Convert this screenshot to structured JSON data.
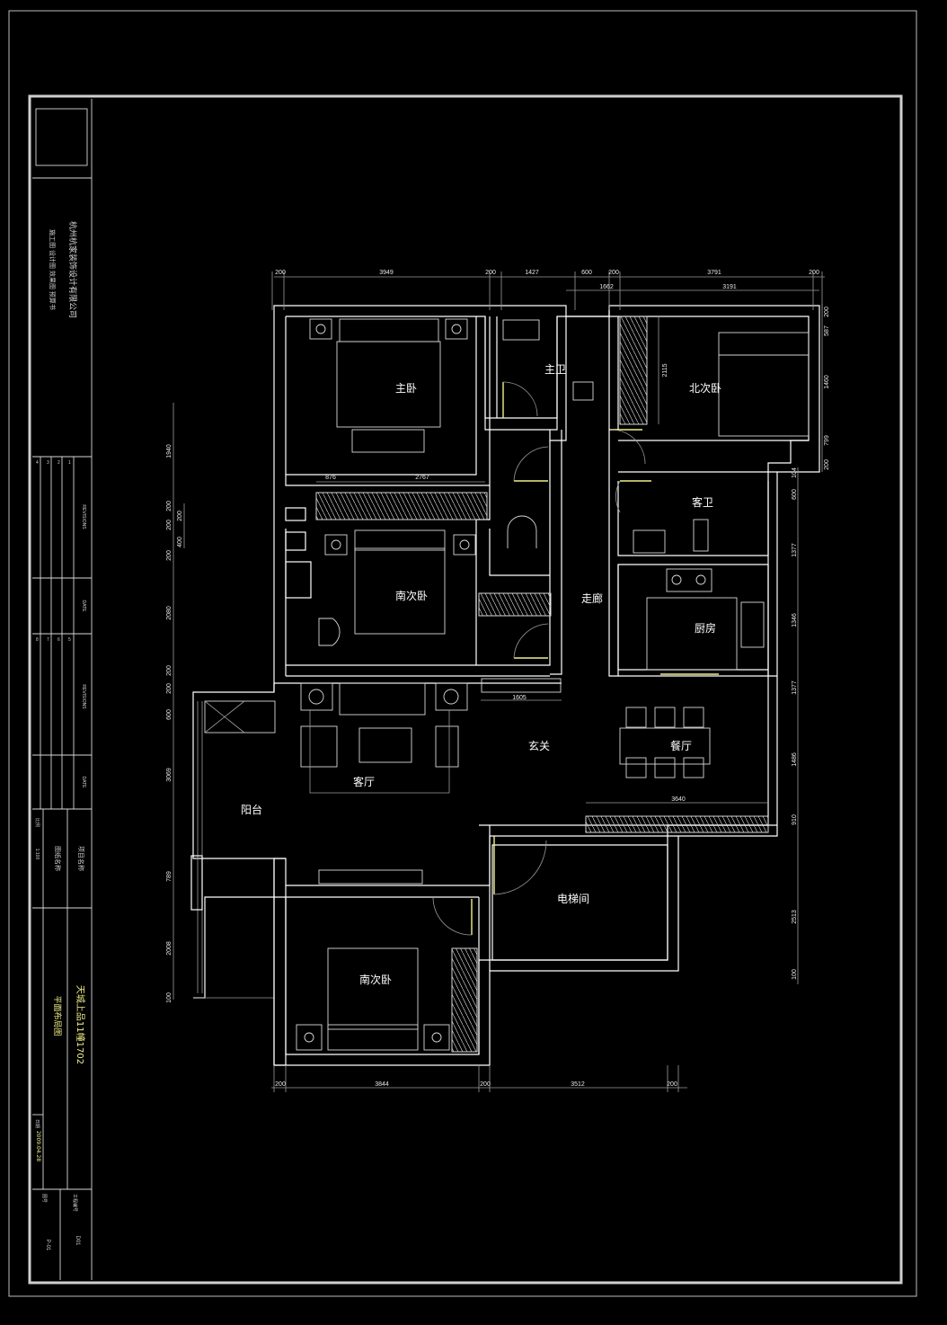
{
  "title_block": {
    "company": "杭州杭家装饰设计有限公司",
    "services": "施工图 设计图 效果图 预算书",
    "revisions_label": "REVISIONS",
    "date_label": "DATE",
    "revision_numbers": [
      "1",
      "2",
      "3",
      "4",
      "5",
      "6",
      "7",
      "8"
    ],
    "project_name_label": "项目名称",
    "drawing_name_label": "图纸名称",
    "scale_label": "比例",
    "scale": "1:100",
    "project": "天城上品11幢1702",
    "drawing": "平面布局图",
    "date_caption": "日期",
    "date": "2009.04.28",
    "drawing_no_label": "图号",
    "drawing_no": "P-01",
    "sheet_label": "工程编号",
    "sheet": "D01"
  },
  "rooms": {
    "master_bedroom": "主卧",
    "master_bath": "主卫",
    "north_bedroom": "北次卧",
    "guest_bath": "客卫",
    "south_bedroom_upper": "南次卧",
    "corridor": "走廊",
    "kitchen": "厨房",
    "foyer": "玄关",
    "dining": "餐厅",
    "living": "客厅",
    "balcony": "阳台",
    "elevator_hall": "电梯间",
    "south_bedroom_lower": "南次卧"
  },
  "dimensions": {
    "top": [
      "200",
      "3949",
      "200",
      "1427",
      "600",
      "200",
      "3791",
      "200"
    ],
    "top_second": [
      "1662",
      "3191"
    ],
    "right_outer": [
      "200",
      "587",
      "1460",
      "799",
      "200"
    ],
    "right_inner": [
      "104",
      "600",
      "1377",
      "1346",
      "1377",
      "1486",
      "910",
      "2513",
      "100"
    ],
    "left": [
      "1940",
      "200",
      "200",
      "200",
      "2080",
      "200",
      "200",
      "600",
      "3069",
      "789",
      "2008",
      "100"
    ],
    "left_inner": [
      "200",
      "400"
    ],
    "bottom": [
      "200",
      "3844",
      "200",
      "3512",
      "200"
    ],
    "interior": [
      "876",
      "2767",
      "2115",
      "1605",
      "3640"
    ]
  }
}
